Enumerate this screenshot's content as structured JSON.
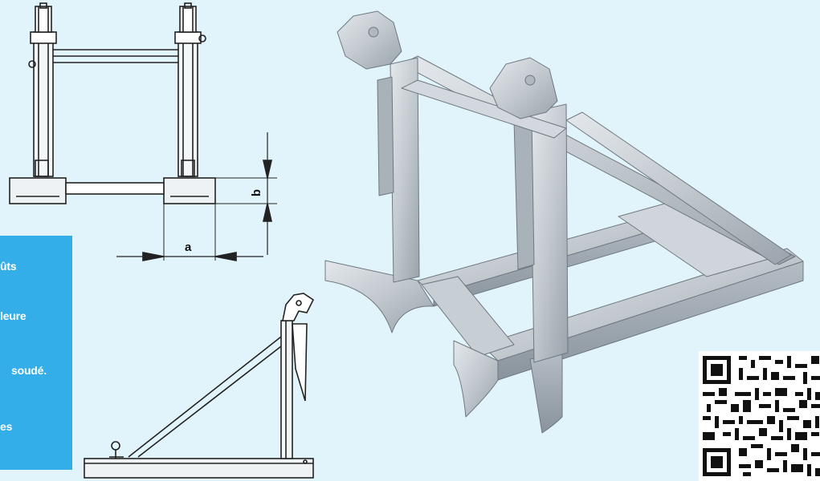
{
  "drawing": {
    "dim_a": "a",
    "dim_b": "b"
  },
  "features": [
    "ûts",
    "leure",
    "soudé.",
    "es"
  ],
  "colors": {
    "background": "#e2f4fb",
    "panel": "#33aee9",
    "panel_text": "#ffffff",
    "drawing_line": "#222222",
    "steel_light": "#d4d9de",
    "steel_mid": "#b4bcc4",
    "steel_dark": "#8f99a3"
  },
  "qr_code": {
    "icon": "qr-code-icon"
  }
}
